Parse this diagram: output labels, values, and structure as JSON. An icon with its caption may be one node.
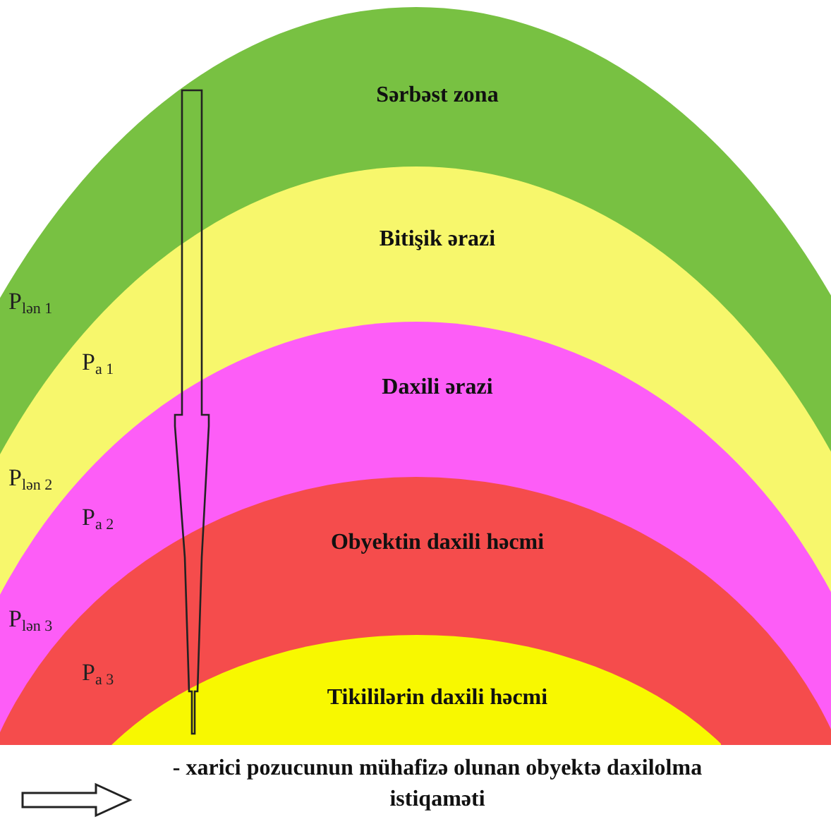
{
  "diagram": {
    "nodes": [
      {
        "text": [
          "Sərbəst zona"
        ]
      },
      {
        "text": [
          "Bitişik ərazi"
        ],
        "in": 0
      },
      {
        "text": [
          "Daxili ərazi"
        ],
        "in": 1
      },
      {
        "text": [
          "Obyektin daxili həcmi"
        ],
        "in": 2
      },
      {
        "text": [
          "Tikililərin daxili həcmi"
        ],
        "in": 3
      }
    ],
    "labels": [
      "P$_{lən 1}$",
      "P$_{a 1}$",
      "P$_{lən 2}$",
      "P$_{a 2}$",
      "P$_{lən 3}$",
      "P$_{a 3}$"
    ],
    "legend": [
      {
        "text": "- xarici pozucunun mühafizə olunan obyektə daxilolma istiqaməti"
      }
    ]
  }
}
